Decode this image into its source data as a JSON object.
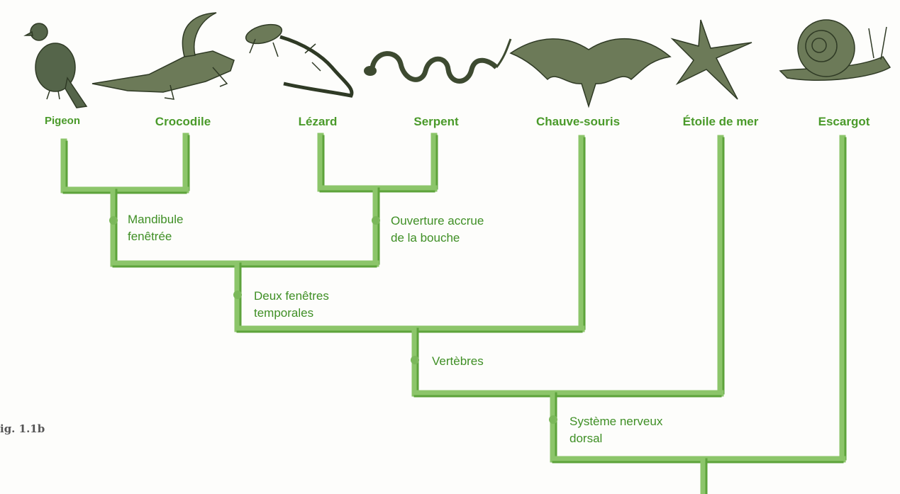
{
  "figure_label": "ig. 1.1b",
  "colors": {
    "branch": "#8cc56a",
    "branch_dark": "#5da33b",
    "text": "#4a9a2a",
    "node": "#7bb85a",
    "animal": "#3a4a2a"
  },
  "taxa": [
    {
      "id": "pigeon",
      "label": "Pigeon",
      "icon": "pigeon-icon"
    },
    {
      "id": "crocodile",
      "label": "Crocodile",
      "icon": "crocodile-icon"
    },
    {
      "id": "lezard",
      "label": "Lézard",
      "icon": "lizard-icon"
    },
    {
      "id": "serpent",
      "label": "Serpent",
      "icon": "snake-icon"
    },
    {
      "id": "chauve-souris",
      "label": "Chauve-souris",
      "icon": "bat-icon"
    },
    {
      "id": "etoile",
      "label": "Étoile de mer",
      "icon": "starfish-icon"
    },
    {
      "id": "escargot",
      "label": "Escargot",
      "icon": "snail-icon"
    }
  ],
  "traits": [
    {
      "id": "mandibule",
      "lines": [
        "Mandibule",
        "fenêtrée"
      ]
    },
    {
      "id": "ouverture",
      "lines": [
        "Ouverture accrue",
        "de la bouche"
      ]
    },
    {
      "id": "fenetres",
      "lines": [
        "Deux fenêtres",
        "temporales"
      ]
    },
    {
      "id": "vertebres",
      "lines": [
        "Vertèbres"
      ]
    },
    {
      "id": "systeme",
      "lines": [
        "Système nerveux",
        "dorsal"
      ]
    }
  ]
}
